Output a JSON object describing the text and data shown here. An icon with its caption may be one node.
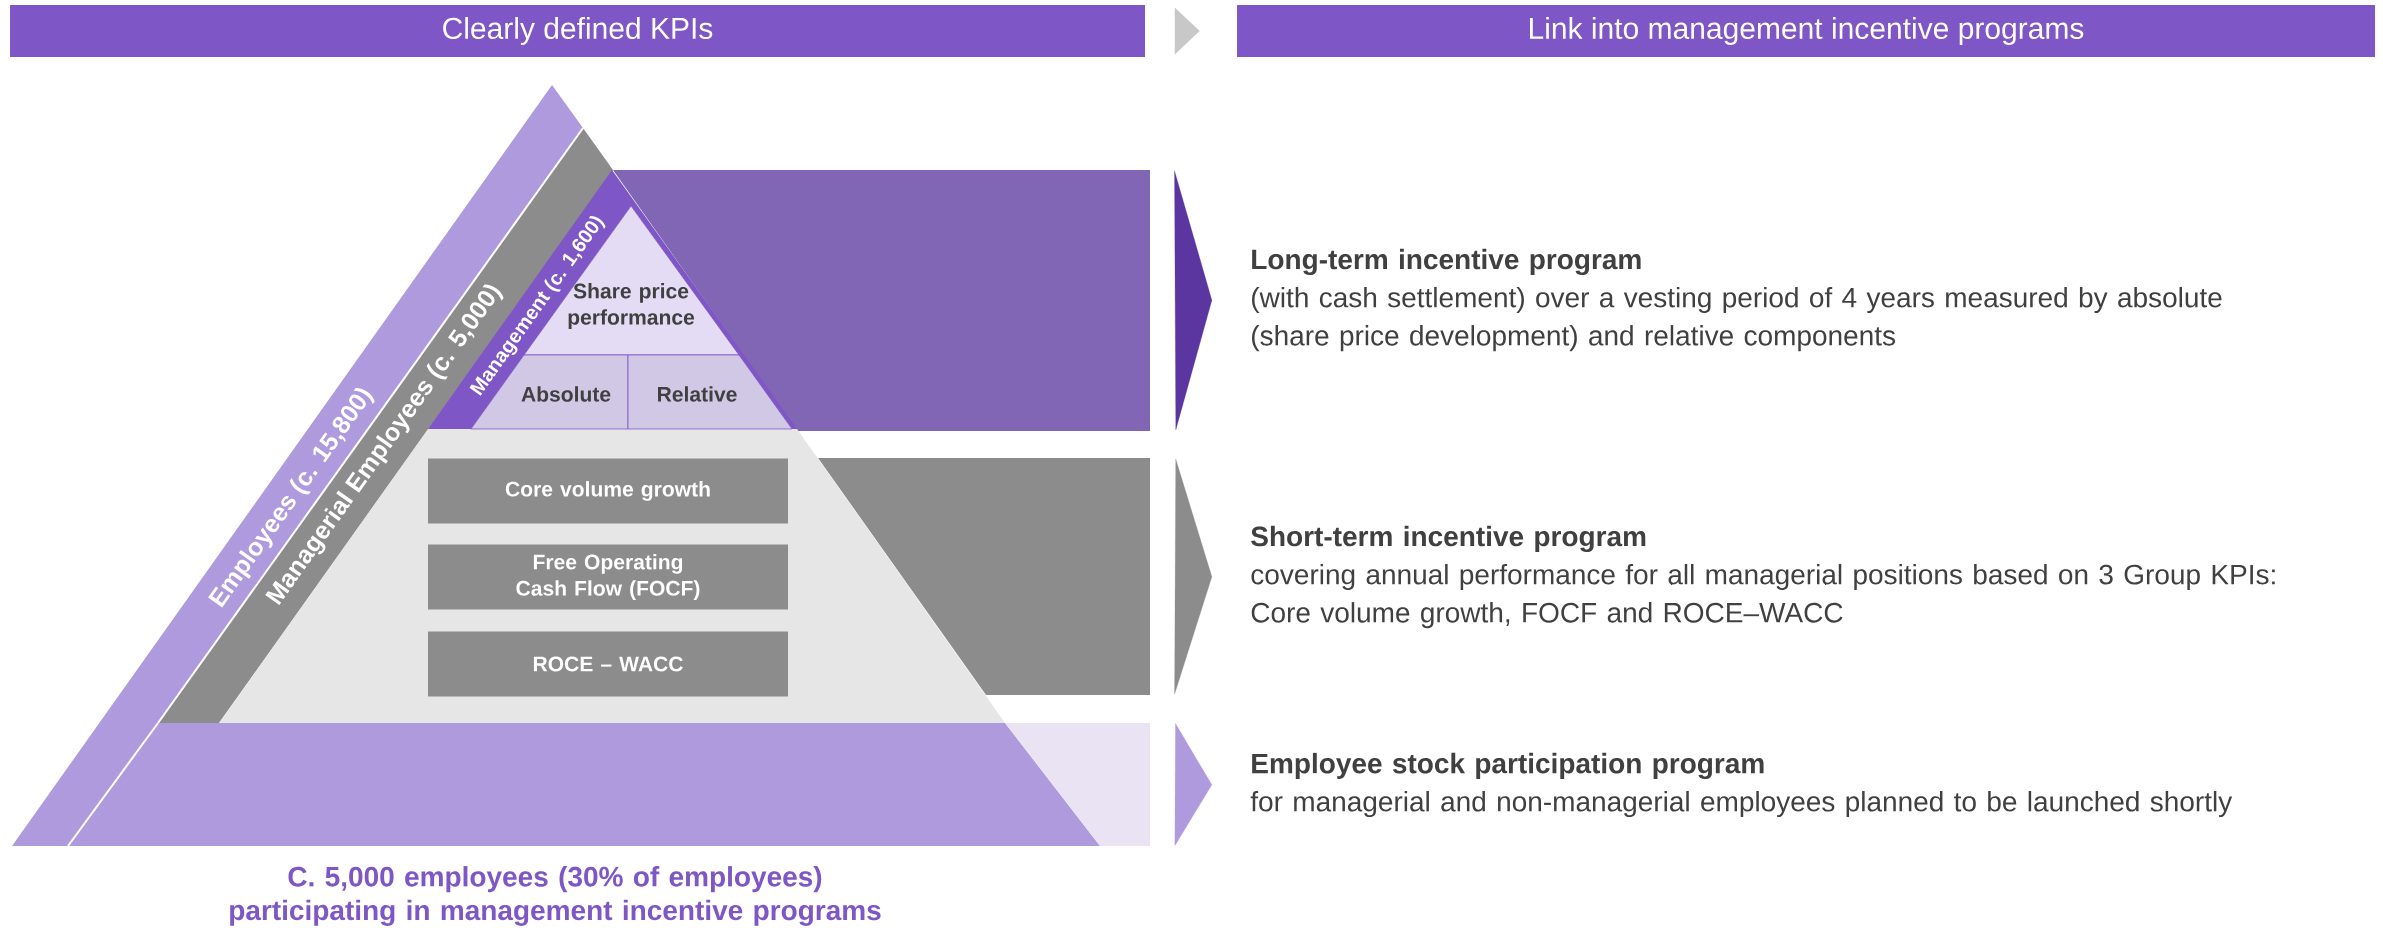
{
  "diagram": {
    "caption": "C. 5,000 employees (30% of employees) participating in management incentive programs",
    "nodes": [
      {
        "text": [
          "Clearly defined KPIs"
        ]
      },
      {
        "text": [
          "Link into management incentive programs"
        ]
      },
      {
        "text": [
          "Employees (c. 15,800)"
        ]
      },
      {
        "text": [
          "Managerial Employees (c. 5,000)"
        ]
      },
      {
        "text": [
          "Management (c. 1,600)"
        ]
      },
      {
        "text": [
          "Share price performance"
        ]
      },
      {
        "text": [
          "Absolute"
        ]
      },
      {
        "text": [
          "Relative"
        ]
      },
      {
        "text": [
          "Core volume growth"
        ]
      },
      {
        "text": [
          "Free Operating Cash Flow (FOCF)"
        ]
      },
      {
        "text": [
          "ROCE – WACC"
        ]
      },
      {
        "text": [],
        "shape": "bar"
      },
      {
        "text": [],
        "shape": "bar"
      },
      {
        "text": [],
        "shape": "bar"
      },
      {
        "text": [
          "Long-term incentive program",
          "(with cash settlement) over a vesting period of 4 years measured by absolute (share price development) and relative components"
        ]
      },
      {
        "text": [
          "Short-term incentive program",
          "covering annual performance for all managerial positions based on 3 Group KPIs: Core volume growth, FOCF and ROCE–WACC"
        ]
      },
      {
        "text": [
          "Employee stock participation program",
          "for managerial and non-managerial employees planned to be launched shortly"
        ]
      }
    ],
    "edges": [
      {
        "from": 0,
        "to": 1,
        "arrow": "to",
        "color": "#c8c8c8"
      },
      {
        "from": 11,
        "to": 14,
        "arrow": "to",
        "color": "#5b35a0"
      },
      {
        "from": 12,
        "to": 15,
        "arrow": "to",
        "color": "#8c8c8c"
      },
      {
        "from": 13,
        "to": 16,
        "arrow": "to",
        "color": "#b09ade"
      }
    ]
  }
}
